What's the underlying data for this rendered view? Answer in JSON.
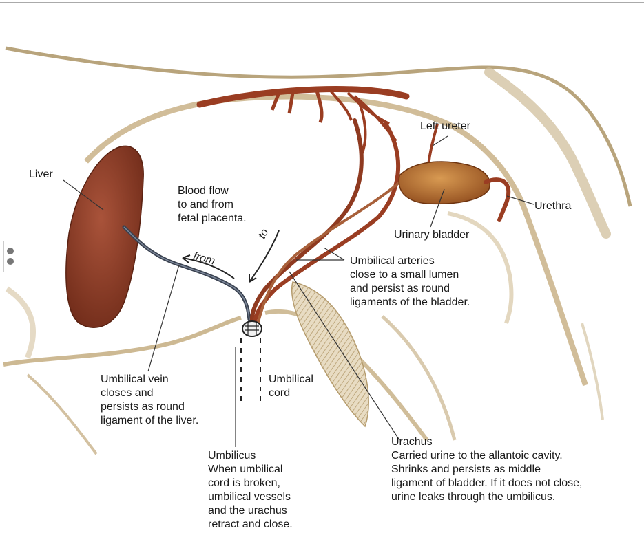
{
  "colors": {
    "organ": "#8e3a24",
    "vessel": "#9a3d22",
    "vein": "#3a4250",
    "bladder": "#b86a2c",
    "body_shading": "#c9b48c",
    "text": "#1a1a1a"
  },
  "labels": {
    "liver": "Liver",
    "left_ureter": "Left ureter",
    "urethra": "Urethra",
    "blood_flow": [
      "Blood flow",
      "to and from",
      "fetal placenta."
    ],
    "direction_to": "to",
    "direction_from": "from",
    "urinary_bladder": "Urinary bladder",
    "umbilical_arteries": [
      "Umbilical arteries",
      "close to a small lumen",
      "and persist as round",
      "ligaments of the bladder."
    ],
    "umbilical_vein": [
      "Umbilical vein",
      "closes and",
      "persists as round",
      "ligament of the liver."
    ],
    "umbilical_cord": [
      "Umbilical",
      "cord"
    ],
    "umbilicus": [
      "Umbilicus",
      "When umbilical",
      "cord is broken,",
      "umbilical vessels",
      "and the urachus",
      "retract and close."
    ],
    "urachus": [
      "Urachus",
      "Carried urine to the allantoic cavity.",
      "Shrinks and persists as middle",
      "ligament of bladder. If it does not close,",
      "urine leaks through the umbilicus."
    ]
  }
}
